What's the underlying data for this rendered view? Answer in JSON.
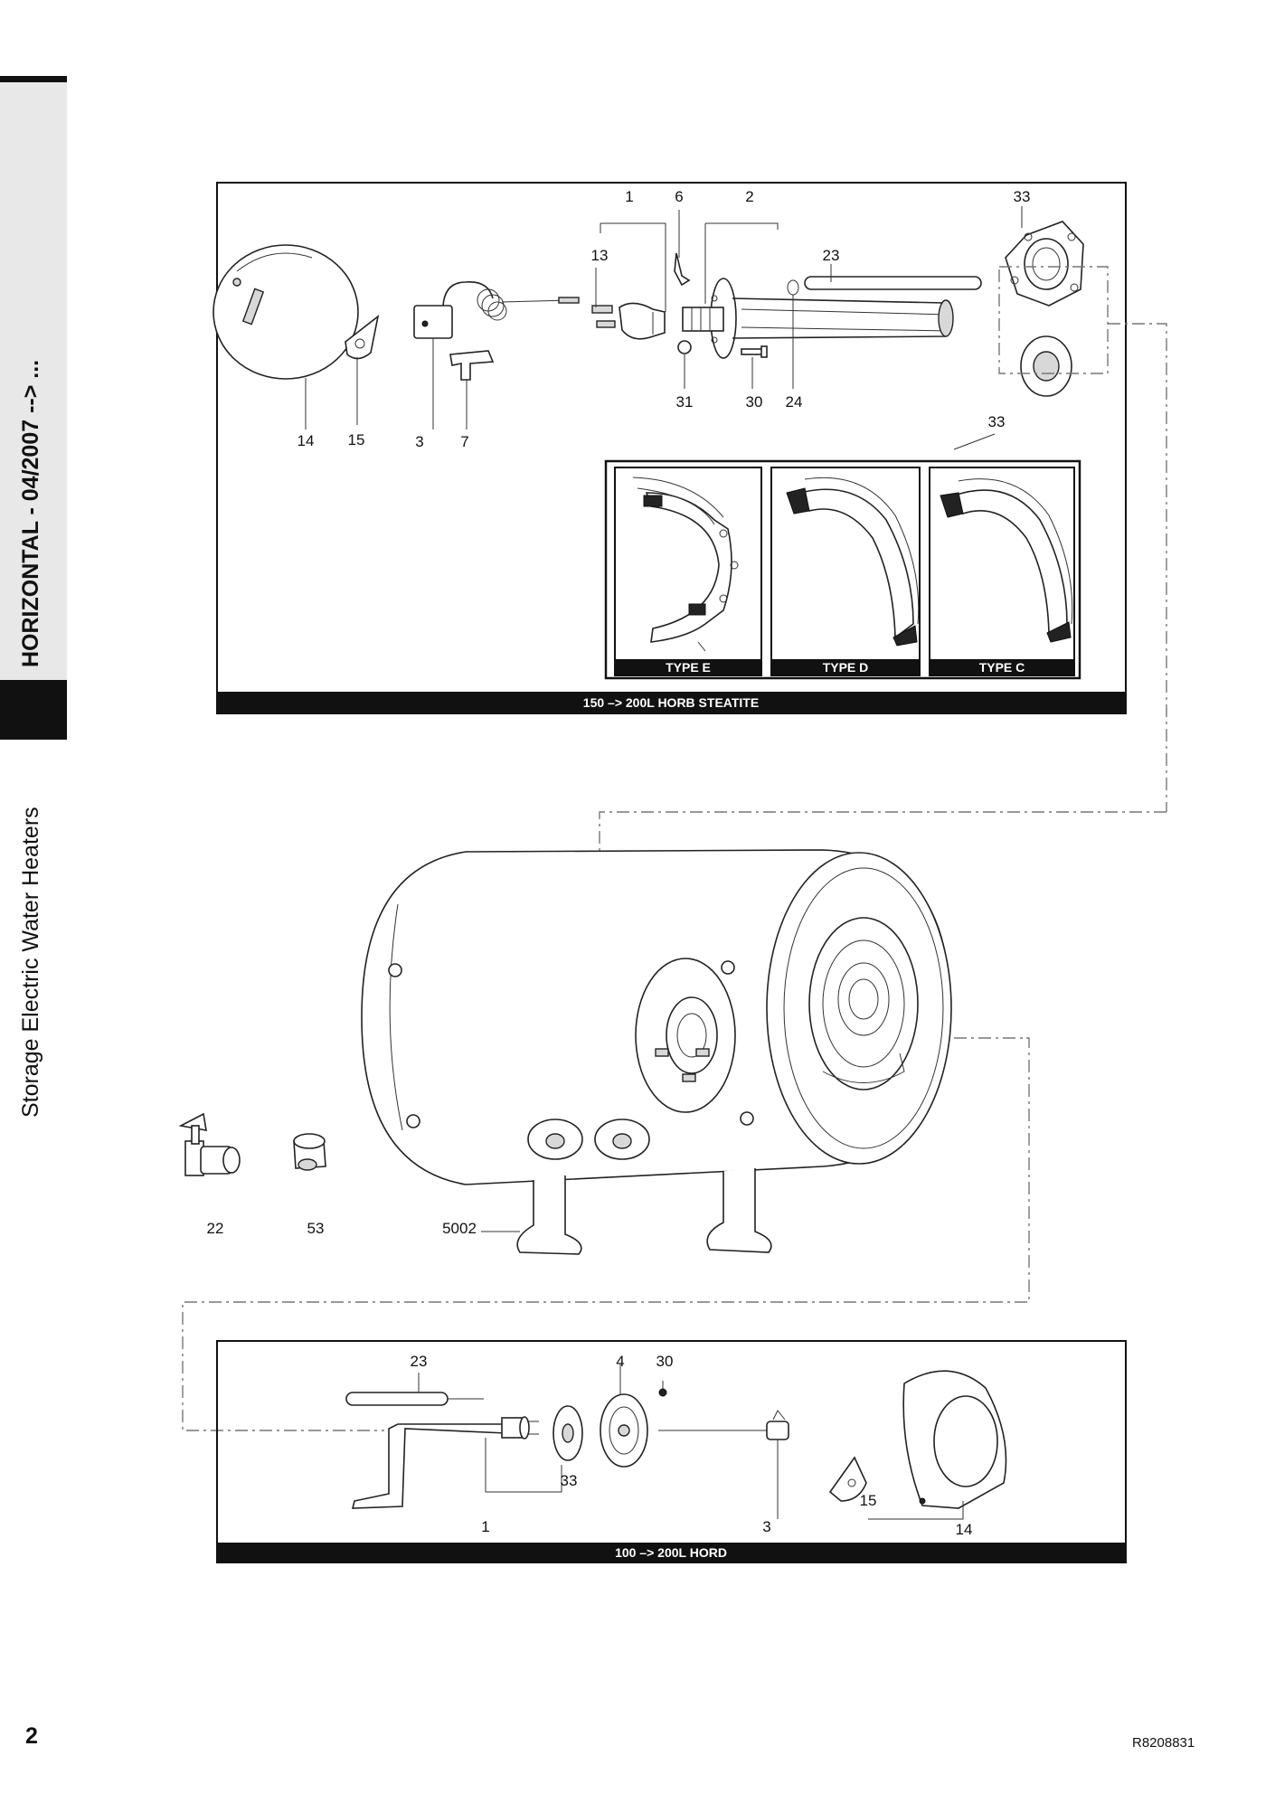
{
  "side_tab": {
    "title": "HORIZONTAL - 04/2007 --> ...",
    "subtitle": "Storage Electric Water Heaters"
  },
  "page_number": "2",
  "doc_ref": "R8208831",
  "top_panel": {
    "caption": "150 –> 200L HORB STEATITE",
    "labels": [
      "1",
      "6",
      "2",
      "33",
      "13",
      "23",
      "14",
      "15",
      "3",
      "7",
      "31",
      "30",
      "24",
      "33"
    ],
    "types": [
      "TYPE E",
      "TYPE D",
      "TYPE C"
    ]
  },
  "middle": {
    "labels": [
      "22",
      "53",
      "5002"
    ]
  },
  "bottom_panel": {
    "caption": "100 –> 200L HORD",
    "labels": [
      "23",
      "4",
      "30",
      "33",
      "15",
      "1",
      "3",
      "14"
    ]
  }
}
